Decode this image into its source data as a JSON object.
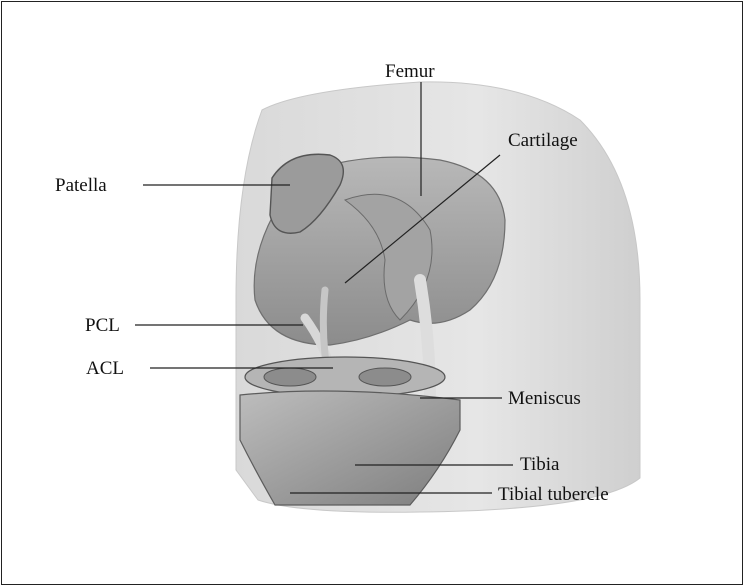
{
  "diagram": {
    "labels": {
      "femur": "Femur",
      "cartilage": "Cartilage",
      "patella": "Patella",
      "pcl": "PCL",
      "acl": "ACL",
      "meniscus": "Meniscus",
      "tibia": "Tibia",
      "tibial_tubercle": "Tibial tubercle"
    }
  }
}
